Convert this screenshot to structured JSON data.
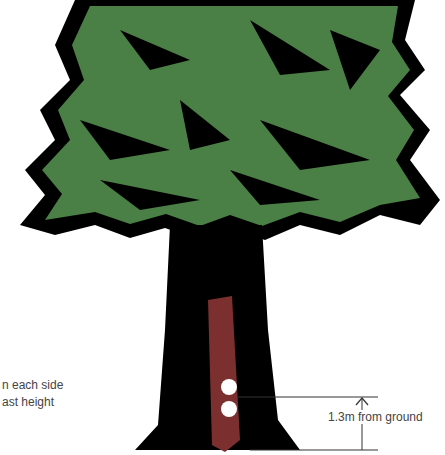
{
  "diagram": {
    "labels": [
      "n each side",
      "ast height",
      "1.3m from ground"
    ]
  }
}
